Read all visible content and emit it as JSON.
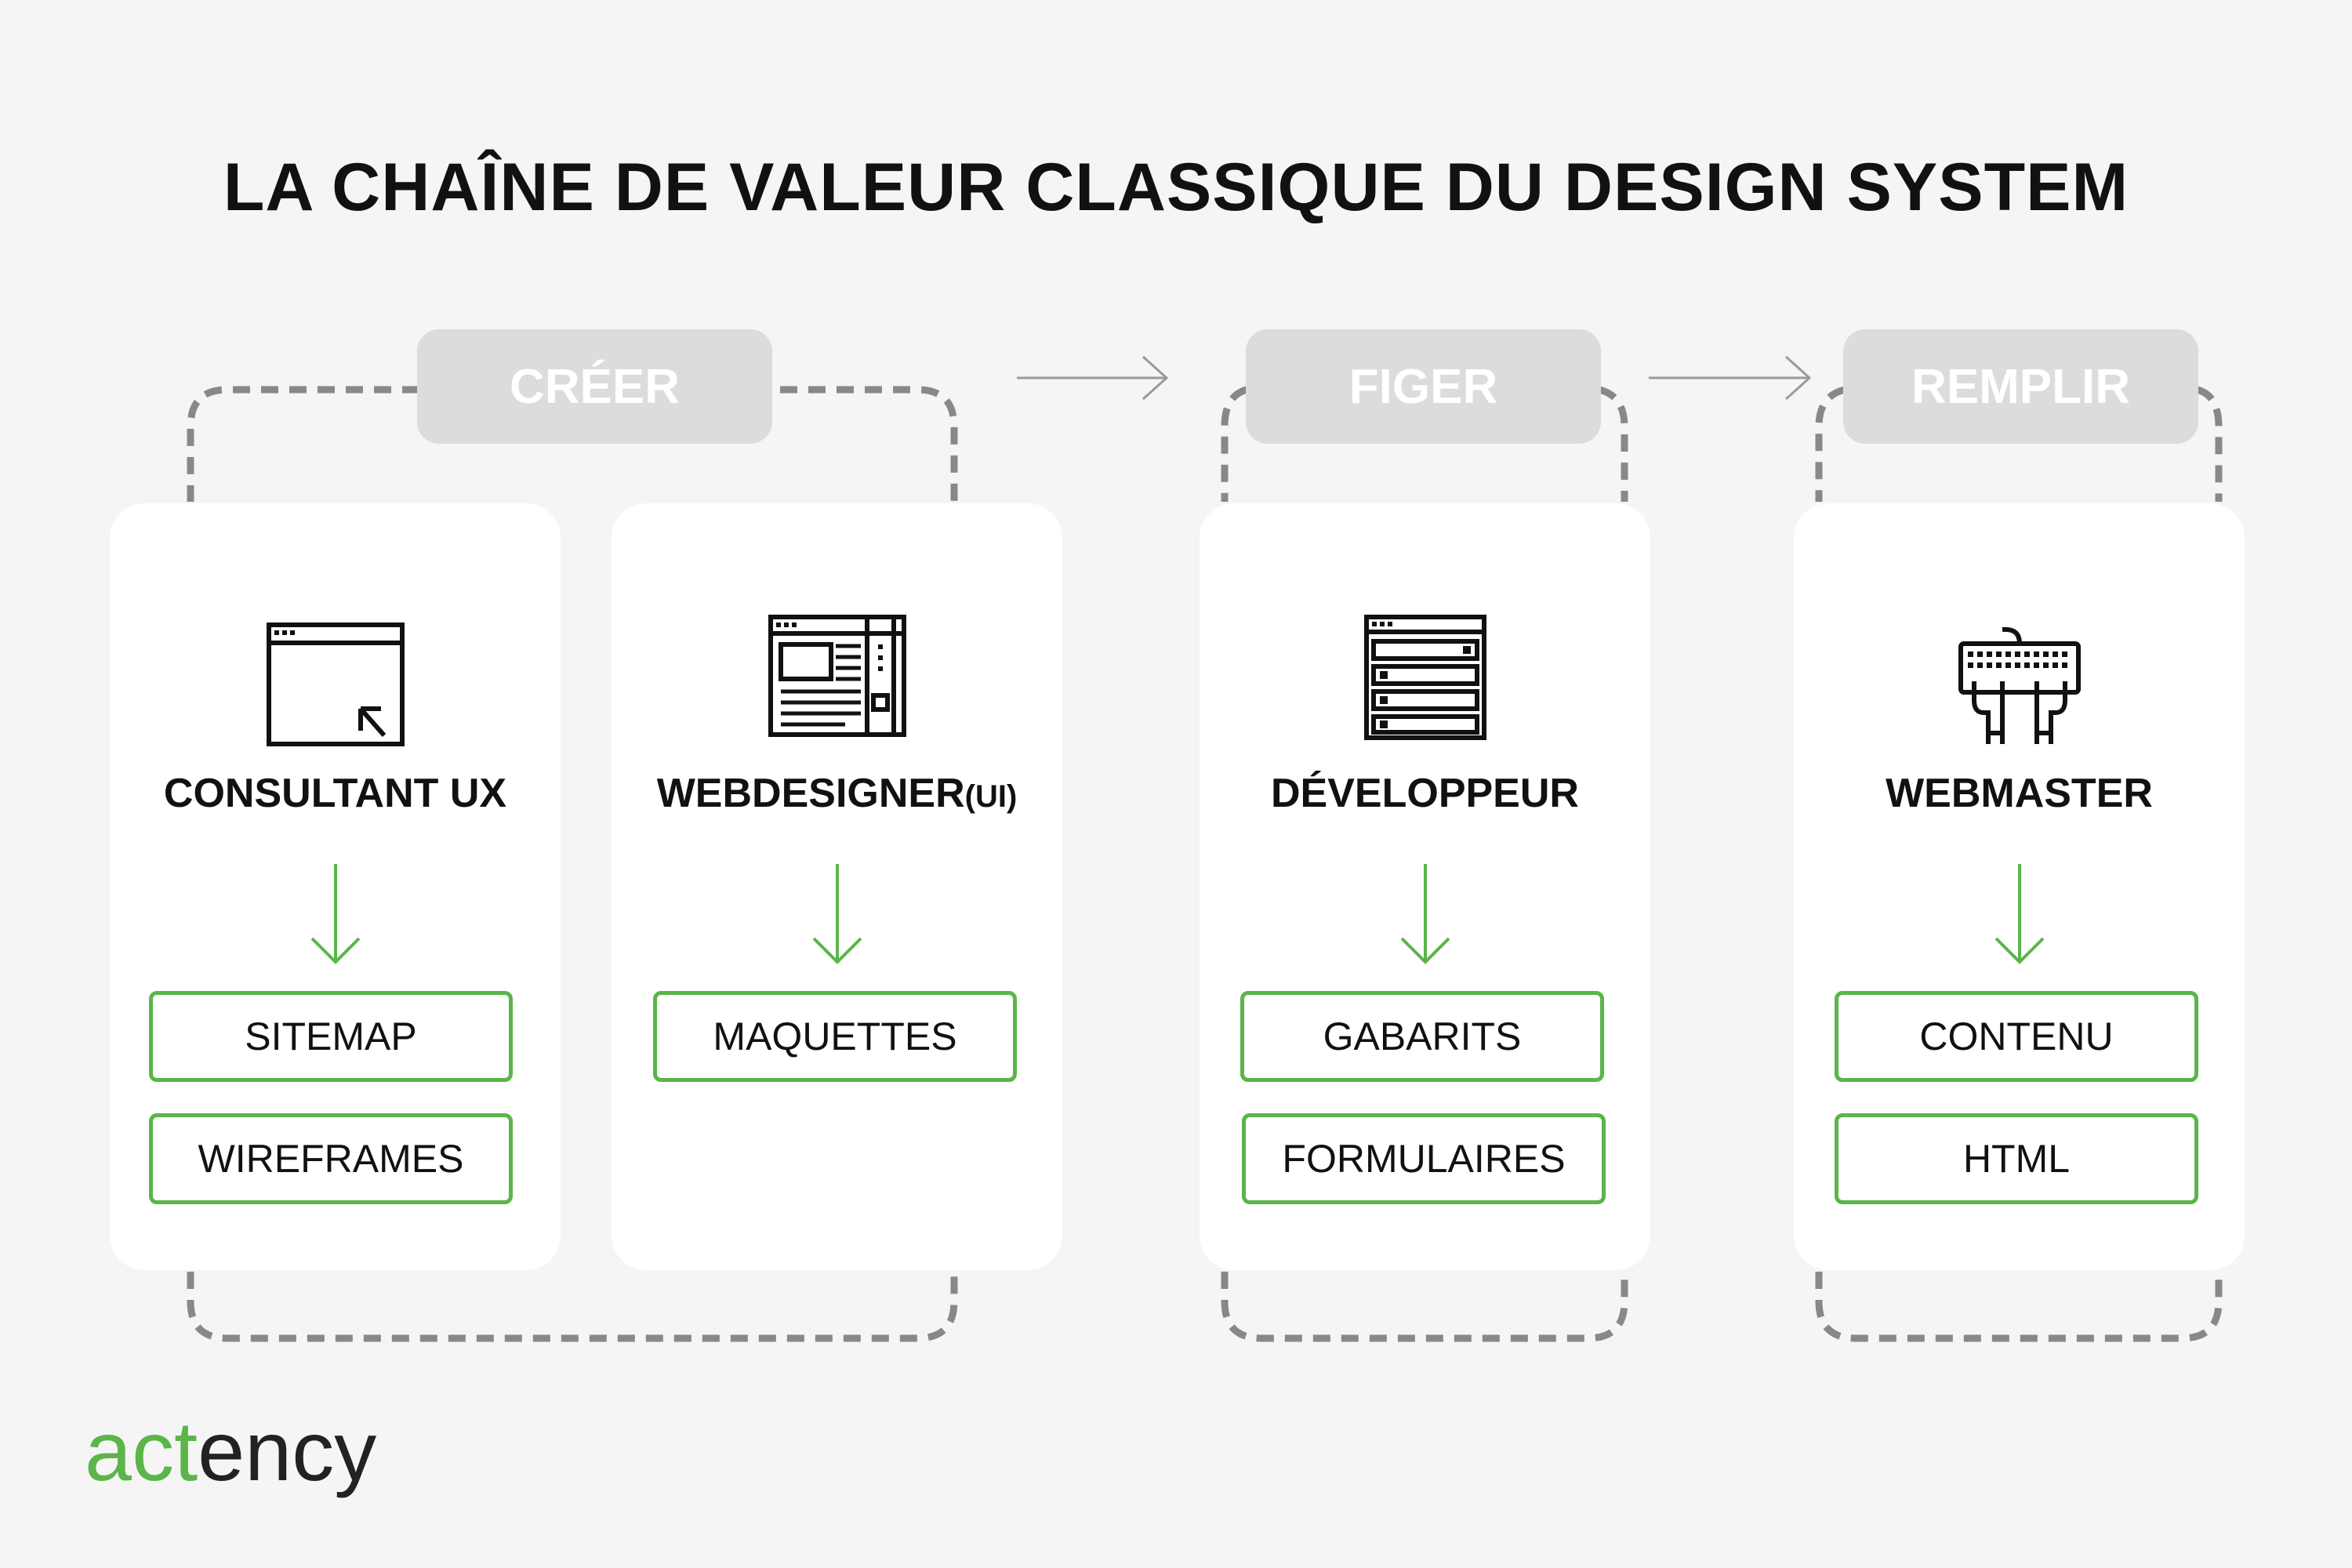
{
  "title": "LA CHAÎNE DE VALEUR CLASSIQUE DU DESIGN SYSTEM",
  "colors": {
    "accent": "#5bb54a",
    "pill": "#dcdcdc",
    "card": "#ffffff",
    "background": "#f5f5f5",
    "dashed": "#888888"
  },
  "phases": [
    {
      "label": "CRÉER"
    },
    {
      "label": "FIGER"
    },
    {
      "label": "REMPLIR"
    }
  ],
  "cards": [
    {
      "role": "CONSULTANT UX",
      "icon": "browser-cursor-icon",
      "deliverables": [
        "SITEMAP",
        "WIREFRAMES"
      ]
    },
    {
      "role": "WEBDESIGNER",
      "role_suffix": "(UI)",
      "icon": "web-layout-icon",
      "deliverables": [
        "MAQUETTES"
      ]
    },
    {
      "role": "DÉVELOPPEUR",
      "icon": "web-form-icon",
      "deliverables": [
        "GABARITS",
        "FORMULAIRES"
      ]
    },
    {
      "role": "WEBMASTER",
      "icon": "keyboard-hands-icon",
      "deliverables": [
        "CONTENU",
        "HTML"
      ]
    }
  ],
  "brand": {
    "part1": "act",
    "part2": "ency"
  }
}
